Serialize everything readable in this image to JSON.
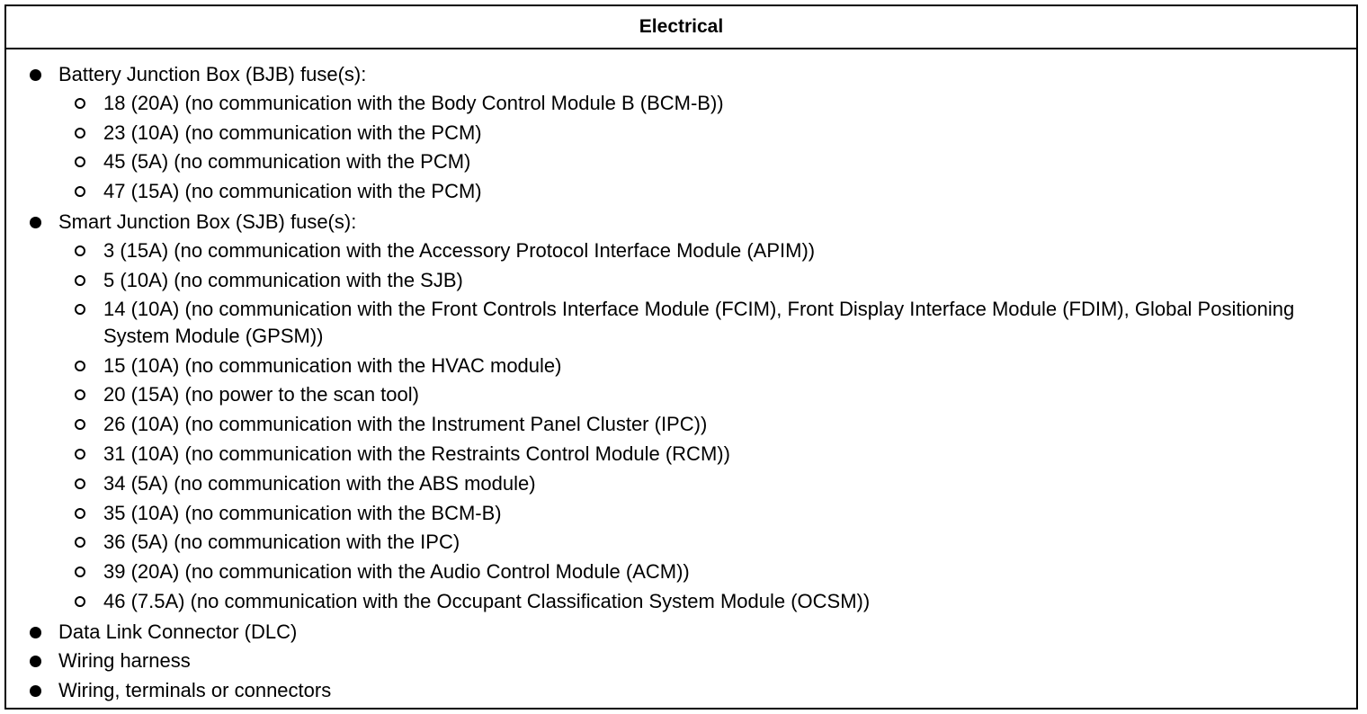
{
  "header": {
    "title": "Electrical"
  },
  "items": [
    {
      "text": "Battery Junction Box (BJB) fuse(s):",
      "subitems": [
        "18 (20A) (no communication with the Body Control Module B (BCM-B))",
        "23 (10A) (no communication with the PCM)",
        "45 (5A) (no communication with the PCM)",
        "47 (15A) (no communication with the PCM)"
      ]
    },
    {
      "text": "Smart Junction Box (SJB) fuse(s):",
      "subitems": [
        "3 (15A) (no communication with the Accessory Protocol Interface Module (APIM))",
        "5 (10A) (no communication with the SJB)",
        "14 (10A) (no communication with the Front Controls Interface Module (FCIM), Front Display Interface Module (FDIM), Global Positioning System Module (GPSM))",
        "15 (10A) (no communication with the HVAC module)",
        "20 (15A) (no power to the scan tool)",
        "26 (10A) (no communication with the Instrument Panel Cluster (IPC))",
        "31 (10A) (no communication with the Restraints Control Module (RCM))",
        "34 (5A) (no communication with the ABS module)",
        "35 (10A) (no communication with the BCM-B)",
        "36 (5A) (no communication with the IPC)",
        "39 (20A) (no communication with the Audio Control Module (ACM))",
        "46 (7.5A) (no communication with the Occupant Classification System Module (OCSM))"
      ]
    },
    {
      "text": "Data Link Connector (DLC)",
      "subitems": []
    },
    {
      "text": "Wiring harness",
      "subitems": []
    },
    {
      "text": "Wiring, terminals or connectors",
      "subitems": []
    }
  ]
}
